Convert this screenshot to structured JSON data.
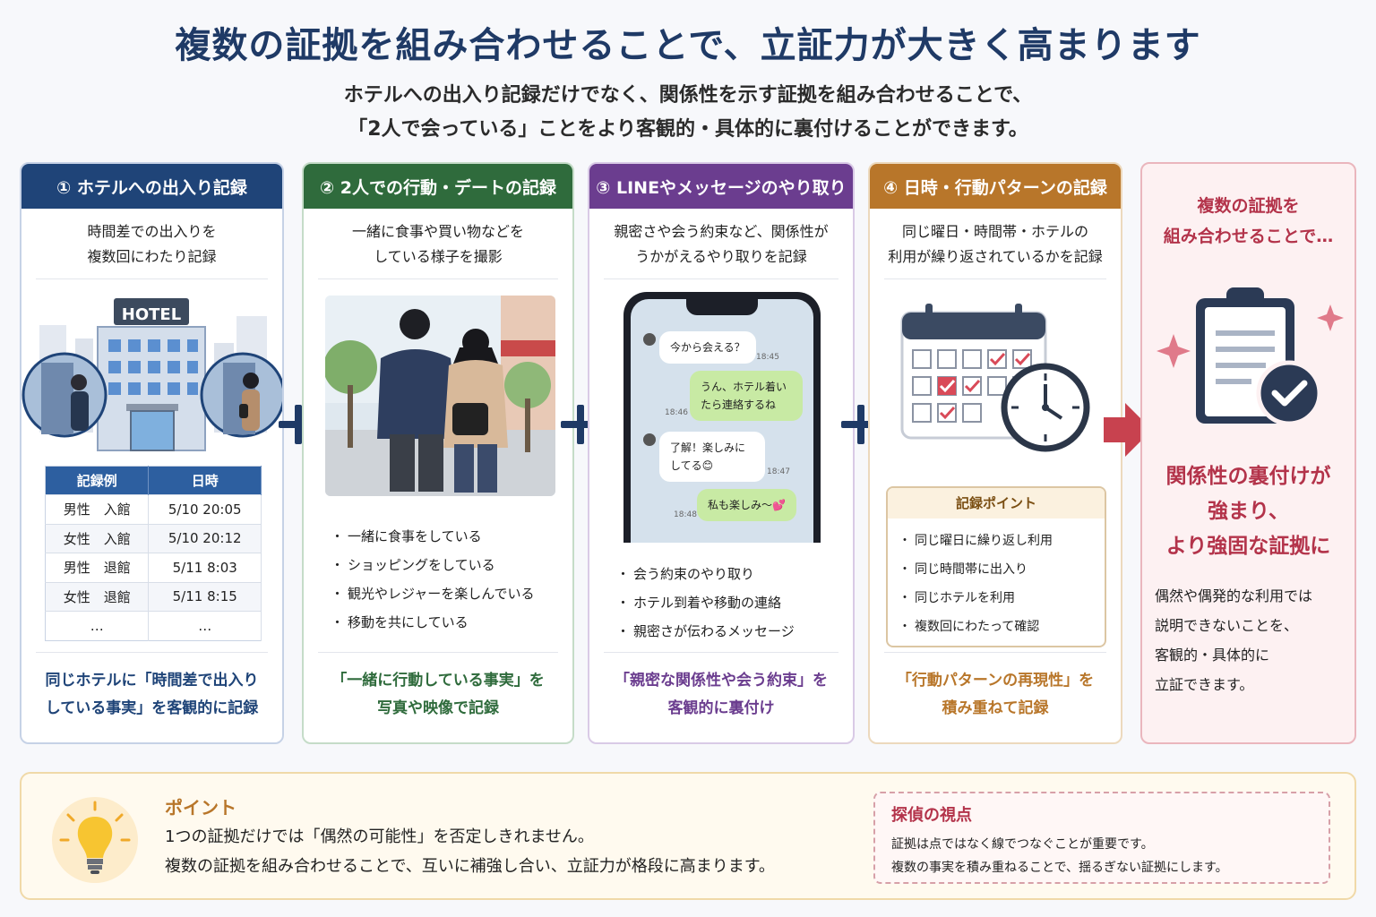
{
  "title": "複数の証拠を組み合わせることで、立証力が大きく高まります",
  "subtitle": {
    "line1": "ホテルへの出入り記録だけでなく、関係性を示す証拠を組み合わせることで、",
    "line2": "「2人で会っている」ことをより客観的・具体的に裏付けることができます。"
  },
  "colors": {
    "card1": "#1f4478",
    "card2": "#2f6b3c",
    "card3": "#6b3d8f",
    "card4": "#b8762a",
    "result": "#b3334a",
    "navy": "#1f3a66"
  },
  "cards": [
    {
      "heading": "① ホテルへの出入り記録",
      "desc": [
        "時間差での出入りを",
        "複数回にわたり記録"
      ],
      "hotel_sign": "HOTEL",
      "table": {
        "headers": [
          "記録例",
          "日時"
        ],
        "rows": [
          [
            "男性　入館",
            "5/10 20:05"
          ],
          [
            "女性　入館",
            "5/10 20:12"
          ],
          [
            "男性　退館",
            "5/11 8:03"
          ],
          [
            "女性　退館",
            "5/11 8:15"
          ],
          [
            "…",
            "…"
          ]
        ]
      },
      "footer": [
        "同じホテルに「時間差で出入り",
        "している事実」を客観的に記録"
      ]
    },
    {
      "heading": "② 2人での行動・デートの記録",
      "desc": [
        "一緒に食事や買い物などを",
        "している様子を撮影"
      ],
      "bullets": [
        "一緒に食事をしている",
        "ショッピングをしている",
        "観光やレジャーを楽しんでいる",
        "移動を共にしている"
      ],
      "footer": [
        "「一緒に行動している事実」を",
        "写真や映像で記録"
      ]
    },
    {
      "heading": "③ LINEやメッセージのやり取り",
      "desc": [
        "親密さや会う約束など、関係性が",
        "うかがえるやり取りを記録"
      ],
      "chat": [
        {
          "text": "今から会える？",
          "time": "18:45"
        },
        {
          "text": "うん、ホテル着いたら連絡するね",
          "time": "18:46"
        },
        {
          "text": "了解！楽しみにしてる😊",
          "time": "18:47"
        },
        {
          "text": "私も楽しみ〜💕",
          "time": "18:48"
        }
      ],
      "bullets": [
        "会う約束のやり取り",
        "ホテル到着や移動の連絡",
        "親密さが伝わるメッセージ"
      ],
      "footer": [
        "「親密な関係性や会う約束」を",
        "客観的に裏付け"
      ]
    },
    {
      "heading": "④ 日時・行動パターンの記録",
      "desc": [
        "同じ曜日・時間帯・ホテルの",
        "利用が繰り返されているかを記録"
      ],
      "points_title": "記録ポイント",
      "bullets": [
        "同じ曜日に繰り返し利用",
        "同じ時間帯に出入り",
        "同じホテルを利用",
        "複数回にわたって確認"
      ],
      "footer": [
        "「行動パターンの再現性」を",
        "積み重ねて記録"
      ]
    }
  ],
  "result": {
    "top": [
      "複数の証拠を",
      "組み合わせることで…"
    ],
    "emphasis": [
      "関係性の裏付けが",
      "強まり、",
      "より強固な証拠に"
    ],
    "body": [
      "偶然や偶発的な利用では",
      "説明できないことを、",
      "客観的・具体的に",
      "立証できます。"
    ]
  },
  "point": {
    "title": "ポイント",
    "line1": "1つの証拠だけでは「偶然の可能性」を否定しきれません。",
    "line2": "複数の証拠を組み合わせることで、互いに補強し合い、立証力が格段に高まります。"
  },
  "detective": {
    "title": "探偵の視点",
    "line1": "証拠は点ではなく線でつなぐことが重要です。",
    "line2": "複数の事実を積み重ねることで、揺るぎない証拠にします。"
  }
}
